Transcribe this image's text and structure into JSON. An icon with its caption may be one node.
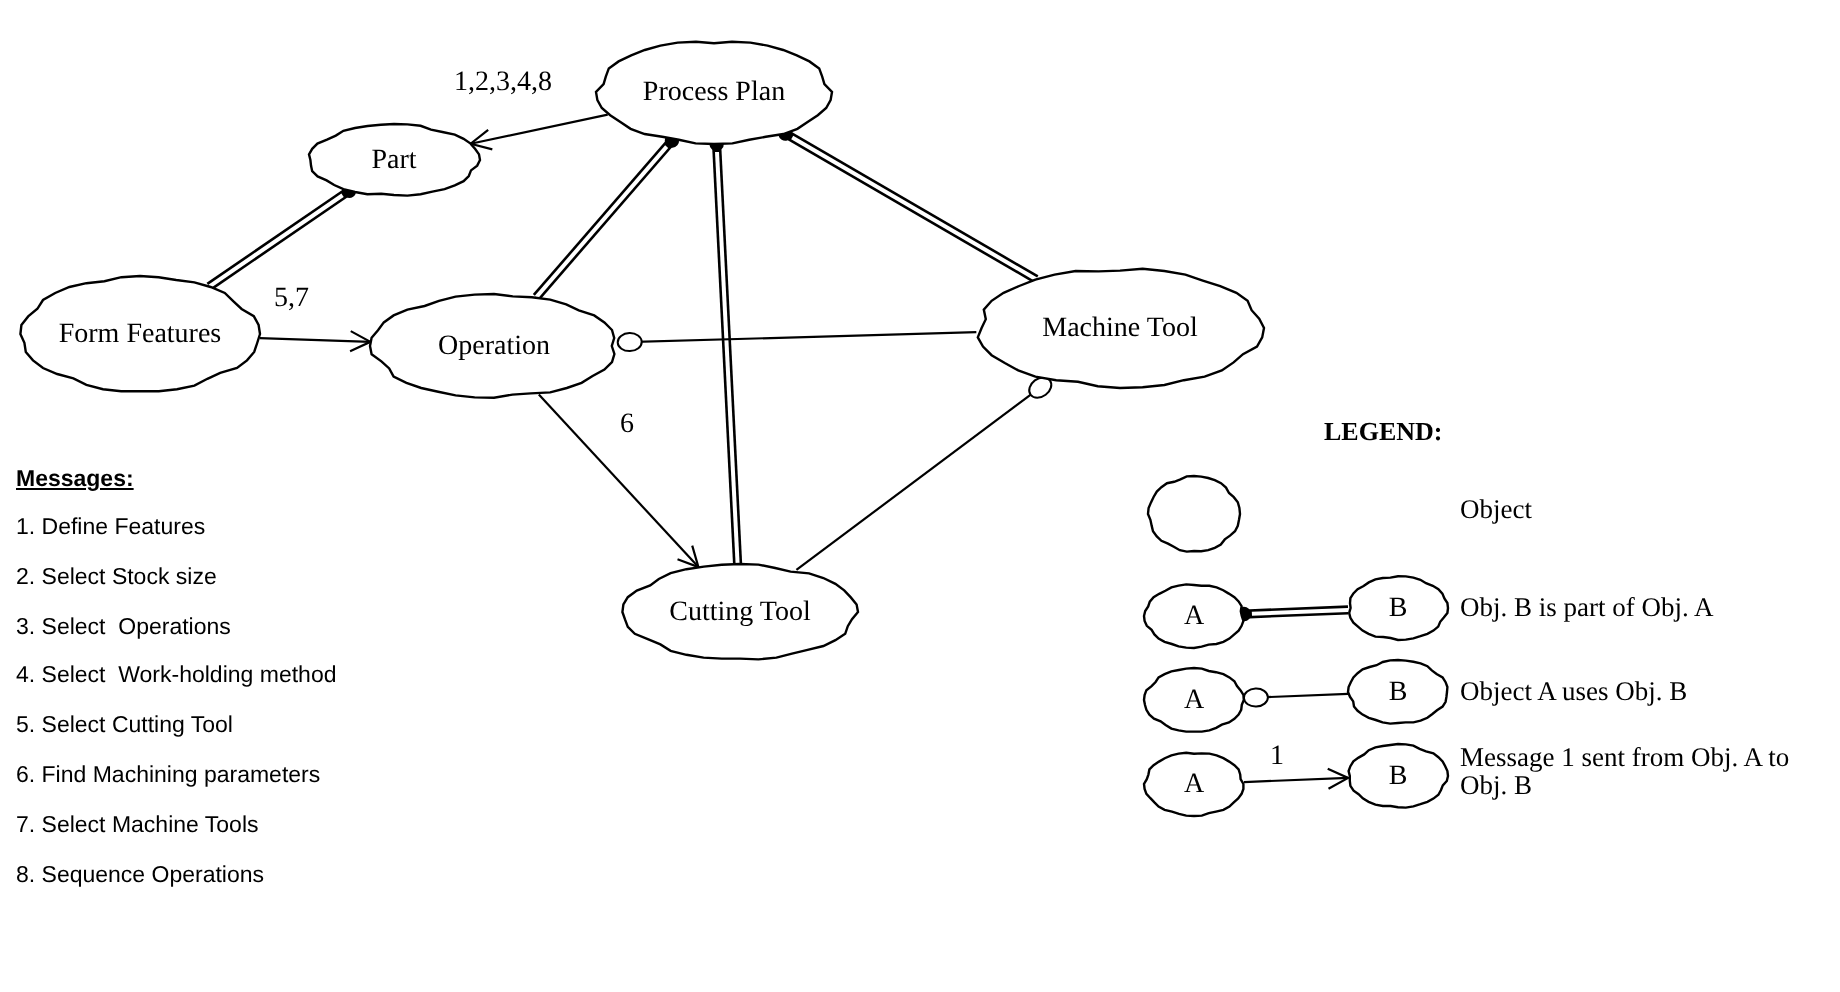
{
  "diagram": {
    "nodes": [
      {
        "text": [
          "Process Plan"
        ]
      },
      {
        "text": [
          "Part"
        ]
      },
      {
        "text": [
          "Form Features"
        ]
      },
      {
        "text": [
          "Operation"
        ]
      },
      {
        "text": [
          "Machine Tool"
        ]
      },
      {
        "text": [
          "Cutting Tool"
        ]
      },
      {
        "text": [],
        "shape": "cloud"
      },
      {
        "text": [
          "A"
        ]
      },
      {
        "text": [
          "B"
        ]
      },
      {
        "text": [
          "A"
        ]
      },
      {
        "text": [
          "B"
        ]
      },
      {
        "text": [
          "A"
        ]
      },
      {
        "text": [
          "B"
        ]
      }
    ],
    "edges": [
      {
        "from": 0,
        "to": 1,
        "arrow": "to",
        "label": "1,2,3,4,8"
      },
      {
        "from": 1,
        "to": 2,
        "arrow": "other",
        "style": "thick"
      },
      {
        "from": 2,
        "to": 3,
        "arrow": "to",
        "label": "5,7"
      },
      {
        "from": 0,
        "to": 3,
        "arrow": "other",
        "style": "thick"
      },
      {
        "from": 0,
        "to": 5,
        "arrow": "other",
        "style": "thick"
      },
      {
        "from": 0,
        "to": 4,
        "arrow": "other",
        "style": "thick"
      },
      {
        "from": 3,
        "to": 4,
        "arrow": "other"
      },
      {
        "from": 3,
        "to": 5,
        "arrow": "to",
        "label": "6"
      },
      {
        "from": 4,
        "to": 5,
        "arrow": "other"
      },
      {
        "from": 7,
        "to": 8,
        "arrow": "other",
        "style": "thick"
      },
      {
        "from": 9,
        "to": 10,
        "arrow": "other"
      },
      {
        "from": 11,
        "to": 12,
        "arrow": "to",
        "label": "1"
      }
    ],
    "labels": [
      "Messages:",
      "1. Define Features",
      "2. Select Stock size",
      "3. Select  Operations",
      "4. Select  Work-holding method",
      "5. Select Cutting Tool",
      "6. Find Machining parameters",
      "7. Select Machine Tools",
      "8. Sequence Operations",
      "LEGEND:"
    ],
    "legend": [
      {
        "text": "Object"
      },
      {
        "text": "Obj. B is part of Obj. A"
      },
      {
        "text": "Object A uses Obj. B"
      },
      {
        "text": "Message 1 sent from Obj. A to Obj. B"
      }
    ]
  }
}
